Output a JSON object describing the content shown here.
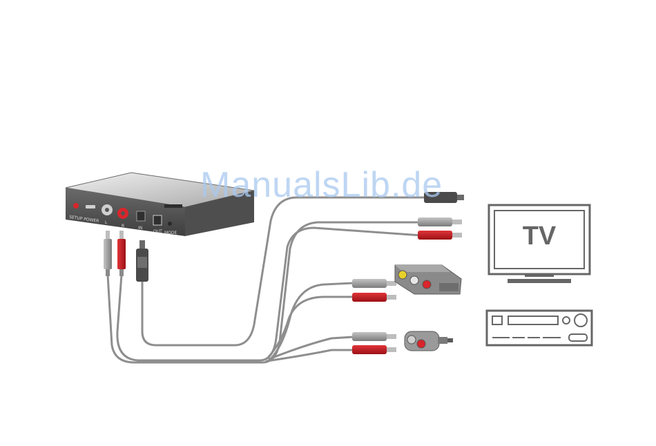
{
  "watermark": "ManualsLib.de",
  "tv": {
    "label": "TV"
  },
  "device": {
    "labels": {
      "setup_power": "SETUP POWER",
      "left": "L",
      "right": "R",
      "in": "IN",
      "out": "OUT",
      "mode": "MODE"
    }
  },
  "colors": {
    "cable": "#8e8e8e",
    "plug_red": "#c81e24",
    "plug_grey": "#9a9a9a",
    "plug_dark": "#4a4a4a",
    "device_body": "#5c5c5c",
    "device_top": "#d8d8d8",
    "icon_stroke": "#666666",
    "watermark": "#a9c9f0"
  }
}
